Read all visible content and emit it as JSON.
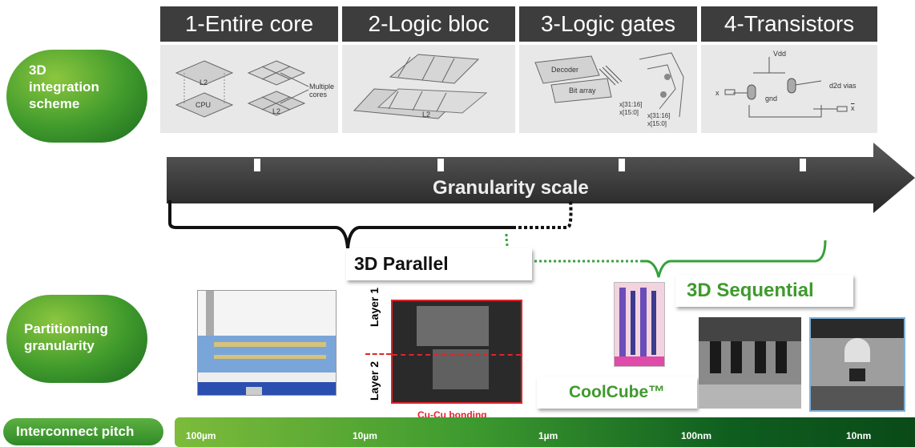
{
  "columns": [
    {
      "label": "1-Entire core"
    },
    {
      "label": "2-Logic bloc"
    },
    {
      "label": "3-Logic gates"
    },
    {
      "label": "4-Transistors"
    }
  ],
  "panel1": {
    "l2_top": "L2",
    "cpu": "CPU",
    "multiple_cores": "Multiple\ncores",
    "l2_bottom": "L2"
  },
  "panel2": {
    "l2": "L2"
  },
  "panel3": {
    "decoder": "Decoder",
    "bit_array": "Bit array",
    "x1": "x[31:16]",
    "x2": "x[15:0]",
    "x3": "x[31:16]",
    "x4": "x[15:0]"
  },
  "panel4": {
    "vdd": "Vdd",
    "gnd": "gnd",
    "d2d": "d2d vias",
    "x": "x",
    "xbar": "x"
  },
  "left_labels": {
    "integration": "3D\nintegration\nscheme",
    "partition": "Partitionning\ngranularity",
    "interconnect": "Interconnect pitch"
  },
  "scale_label": "Granularity scale",
  "parallel_label": "3D Parallel",
  "sequential_label": "3D Sequential",
  "coolcube_label": "CoolCube™",
  "layer1": "Layer 1",
  "layer2": "Layer 2",
  "cucu_label": "Cu-Cu bonding",
  "pitch_values": [
    "100µm",
    "10µm",
    "1µm",
    "100nm",
    "10nm"
  ],
  "colors": {
    "header": "#3d3d3d",
    "arrow": "#333333",
    "green": "#3f9a2c",
    "red": "#e0242a"
  }
}
